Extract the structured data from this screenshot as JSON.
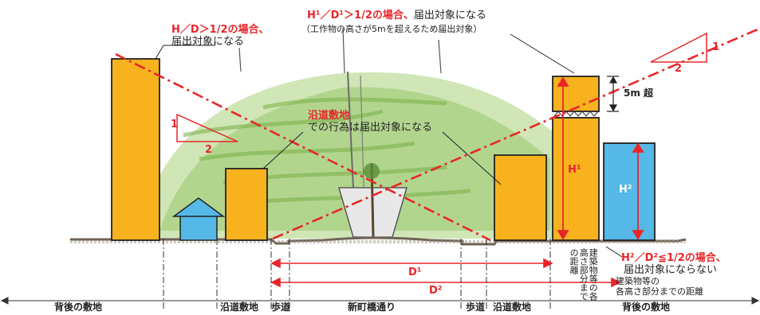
{
  "colors": {
    "accent_red": "#e8262a",
    "building_orange": "#f7b21e",
    "building_blue": "#55b8e6",
    "hill_green": "#9cc96a",
    "ground_brown": "#8a7a66"
  },
  "notes": {
    "left_rule_line1": "H／D＞1/2の場合、",
    "left_rule_line2": "届出対象になる",
    "top_rule_line1_red": "H¹／D¹＞1/2の場合、",
    "top_rule_line1_black": "届出対象になる",
    "top_rule_line2": "（工作物の高さが5mを超えるため届出対象）",
    "roadside_title": "沿道敷地",
    "roadside_body": "での行為は届出対象になる",
    "right_rule_line1": "H²／D²≦1/2の場合、",
    "right_rule_line2": "届出対象にならない",
    "over_5m": "5m 超",
    "dist_1": "建築物等の各高さ部分までの距離",
    "dist_2_line1": "建築物等の",
    "dist_2_line2": "各高さ部分までの距離"
  },
  "labels": {
    "h1": "H¹",
    "h2": "H²",
    "d1": "D¹",
    "d2": "D²",
    "slope_left_rise": "1",
    "slope_left_run": "2",
    "slope_right_rise": "1",
    "slope_right_run": "2"
  },
  "zones": [
    "背後の敷地",
    "沿道敷地",
    "歩道",
    "新町橋通り",
    "歩道",
    "沿道敷地",
    "背後の敷地"
  ]
}
